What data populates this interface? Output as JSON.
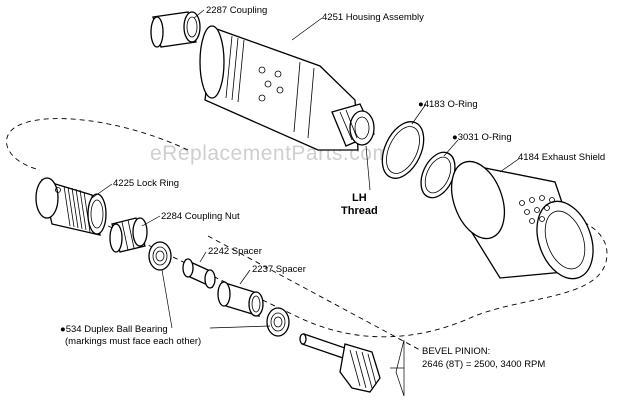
{
  "labels": {
    "coupling_2287": "2287 Coupling",
    "housing_4251": "4251 Housing Assembly",
    "oring_4183": "●4183 O-Ring",
    "oring_3031": "●3031 O-Ring",
    "exhaust_4184": "4184 Exhaust Shield",
    "lh_line1": "LH",
    "lh_line2": "Thread",
    "lockring_4225": "4225 Lock Ring",
    "couplingnut_2284": "2284 Coupling Nut",
    "spacer_2242": "2242 Spacer",
    "spacer_2237": "2237 Spacer",
    "bearing_534_line1": "●534 Duplex Ball Bearing",
    "bearing_534_line2": "(markings must face each other)",
    "pinion_line1": "BEVEL PINION:",
    "pinion_line2": "2646 (8T) = 2500, 3400 RPM"
  },
  "watermark": "eReplacementParts.com"
}
